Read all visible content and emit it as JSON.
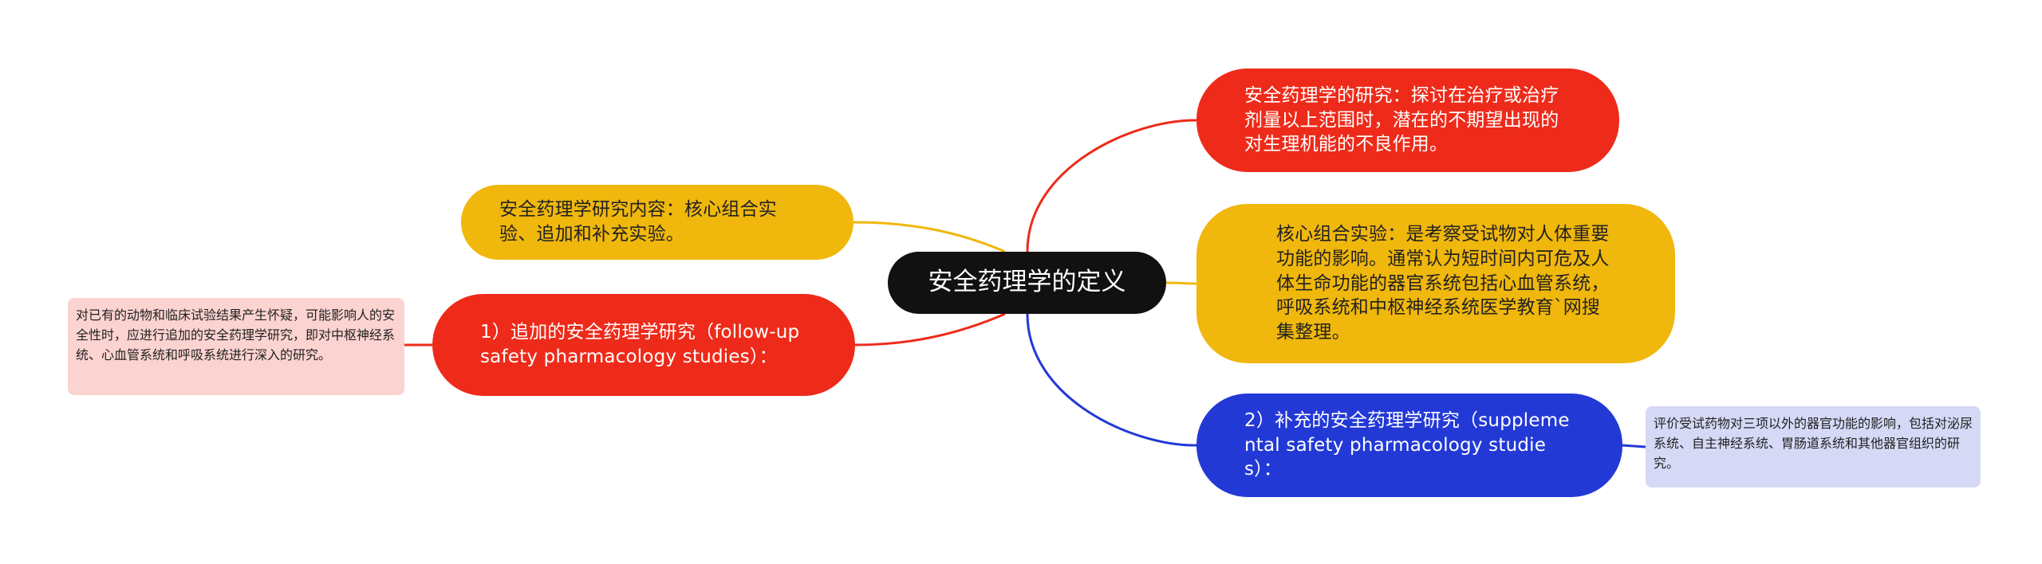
{
  "title": "安全药理学的定义",
  "nodes": {
    "definition": "安全药理学的研究：探讨在治疗或治疗剂量以上范围时，潜在的不期望出现的对生理机能的不良作用。",
    "core": "核心组合实验：是考察受试物对人体重要功能的影响。通常认为短时间内可危及人体生命功能的器官系统包括心血管系统，呼吸系统和中枢神经系统医学教育`网搜集整理。",
    "supplemental": "2）补充的安全药理学研究（supplemental safety pharmacology studies）：",
    "content": "安全药理学研究内容：核心组合实验、追加和补充实验。",
    "followup": "1）追加的安全药理学研究（follow-up safety pharmacology studies）："
  },
  "leaves": {
    "followup_detail": "对已有的动物和临床试验结果产生怀疑，可能影响人的安全性时，应进行追加的安全药理学研究，即对中枢神经系统、心血管系统和呼吸系统进行深入的研究。",
    "supplemental_detail": "评价受试药物对三项以外的器官功能的影响，包括对泌尿系统、自主神经系统、胃肠道系统和其他器官组织的研究。"
  },
  "colors": {
    "root_bg": "#111111",
    "root_text": "#ffffff",
    "red": "#EE2B1A",
    "yellow": "#F0B70C",
    "blue": "#2339D6",
    "leaf_red_bg": "#FBD3D0",
    "leaf_blue_bg": "#D5D9F6",
    "white_text": "#ffffff",
    "dark_text": "#222222"
  }
}
